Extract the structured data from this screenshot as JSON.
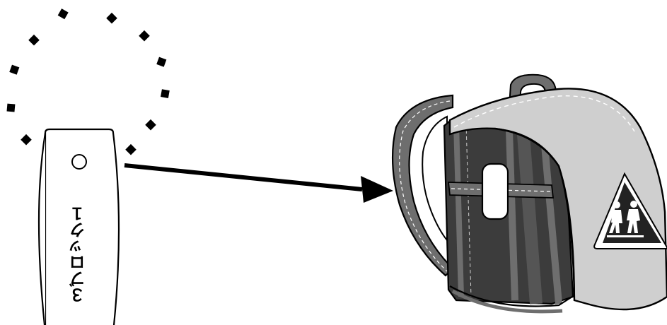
{
  "diagram": {
    "tag_text": "３ブロック１",
    "colors": {
      "outline": "#000000",
      "bag_dark": "#3c3c3c",
      "bag_mid": "#6e6e6e",
      "bag_light": "#cfcfcf",
      "background": "#ffffff"
    },
    "icons": [
      "reflector-tag",
      "randoseru-backpack",
      "school-crossing-sign"
    ]
  }
}
